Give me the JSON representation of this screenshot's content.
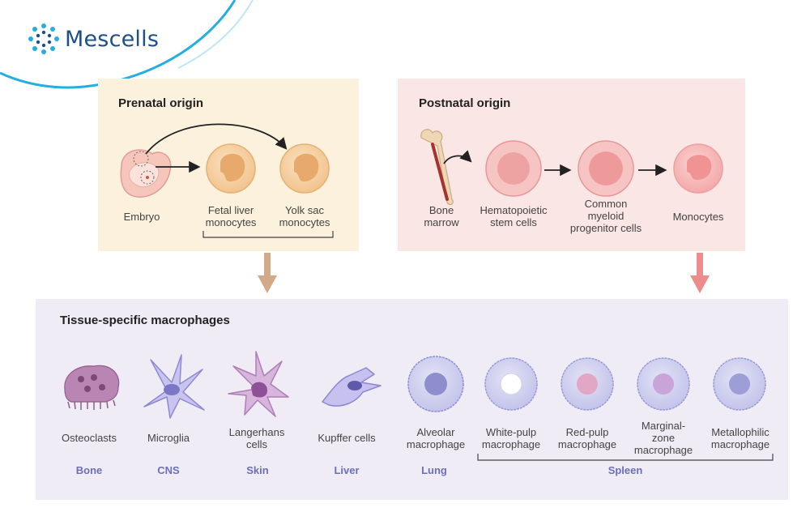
{
  "brand": {
    "name": "Mescells"
  },
  "prenatal": {
    "title": "Prenatal origin",
    "labels": {
      "embryo": "Embryo",
      "fetal_liver": "Fetal liver\nmonocytes",
      "yolk_sac": "Yolk sac\nmonocytes"
    }
  },
  "postnatal": {
    "title": "Postnatal origin",
    "labels": {
      "bone_marrow": "Bone\nmarrow",
      "hsc": "Hematopoietic\nstem cells",
      "cmp": "Common\nmyeloid\nprogenitor cells",
      "monocytes": "Monocytes"
    }
  },
  "tissue": {
    "title": "Tissue-specific macrophages",
    "cells": [
      {
        "label": "Osteoclasts"
      },
      {
        "label": "Microglia"
      },
      {
        "label": "Langerhans\ncells"
      },
      {
        "label": "Kupffer cells"
      },
      {
        "label": "Alveolar\nmacrophage"
      },
      {
        "label": "White-pulp\nmacrophage"
      },
      {
        "label": "Red-pulp\nmacrophage"
      },
      {
        "label": "Marginal-\nzone\nmacrophage"
      },
      {
        "label": "Metallophilic\nmacrophage"
      }
    ],
    "categories": {
      "bone": "Bone",
      "cns": "CNS",
      "skin": "Skin",
      "liver": "Liver",
      "lung": "Lung",
      "spleen": "Spleen"
    }
  },
  "colors": {
    "brand_blue": "#1e4f86",
    "brand_cyan": "#25aee0",
    "prenatal_bg": "#fbf1dc",
    "postnatal_bg": "#fae6e4",
    "tissue_bg": "#efecf5",
    "category_text": "#6b6fb8",
    "arrow_prenatal": "#d4a98a",
    "arrow_postnatal": "#ec8c8c"
  }
}
